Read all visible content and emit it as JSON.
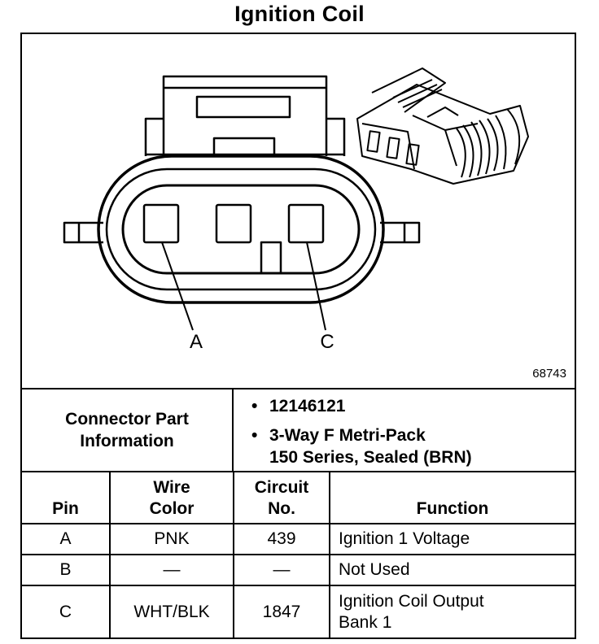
{
  "title": "Ignition Coil",
  "figure_number": "68743",
  "pin_labels": {
    "a": "A",
    "c": "C"
  },
  "connector_info": {
    "label_line1": "Connector Part",
    "label_line2": "Information",
    "bullets": [
      "12146121",
      "3-Way F Metri-Pack",
      "150 Series, Sealed (BRN)"
    ]
  },
  "table": {
    "headers": {
      "pin": "Pin",
      "wire_color_1": "Wire",
      "wire_color_2": "Color",
      "circuit_1": "Circuit",
      "circuit_2": "No.",
      "function": "Function"
    },
    "rows": [
      {
        "pin": "A",
        "wire": "PNK",
        "circuit": "439",
        "function_1": "Ignition 1 Voltage",
        "function_2": ""
      },
      {
        "pin": "B",
        "wire": "—",
        "circuit": "—",
        "function_1": "Not Used",
        "function_2": ""
      },
      {
        "pin": "C",
        "wire": "WHT/BLK",
        "circuit": "1847",
        "function_1": "Ignition Coil Output",
        "function_2": "Bank 1"
      }
    ]
  }
}
